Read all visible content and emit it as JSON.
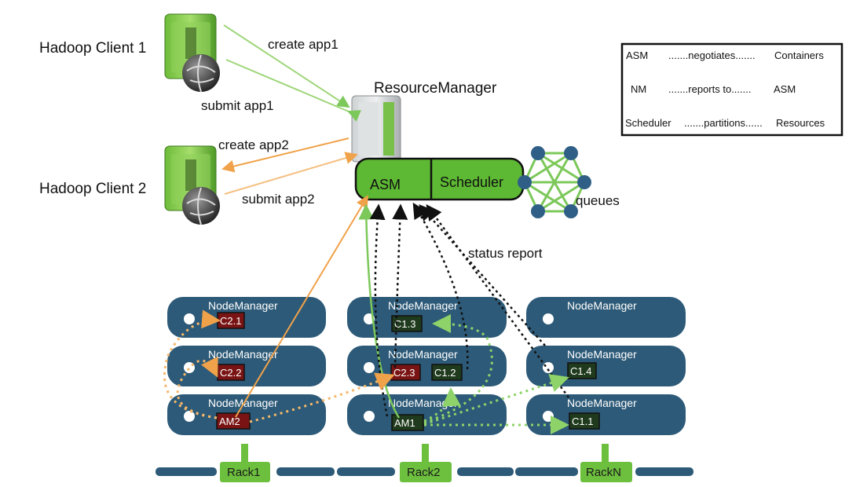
{
  "clients": [
    {
      "label": "Hadoop Client 1"
    },
    {
      "label": "Hadoop Client 2"
    }
  ],
  "arrows": {
    "create_app1": "create app1",
    "submit_app1": "submit app1",
    "create_app2": "create app2",
    "submit_app2": "submit app2",
    "status_report": "status report"
  },
  "resource_manager": {
    "title": "ResourceManager",
    "asm": "ASM",
    "scheduler": "Scheduler",
    "queues": "queues"
  },
  "legend": [
    {
      "a": "ASM",
      "rel": ".......negotiates.......",
      "b": "Containers"
    },
    {
      "a": "NM",
      "rel": ".......reports to.......",
      "b": "ASM"
    },
    {
      "a": "Scheduler",
      "rel": ".......partitions......",
      "b": "Resources"
    }
  ],
  "node_manager_label": "NodeManager",
  "containers": {
    "r1n1": "C2.1",
    "r1n2": "C2.2",
    "r1n3": "AM2",
    "r2n1": "C1.3",
    "r2n2a": "C2.3",
    "r2n2b": "C1.2",
    "r2n3": "AM1",
    "r3n2": "C1.4",
    "r3n3": "C1.1"
  },
  "racks": [
    "Rack1",
    "Rack2",
    "RackN"
  ],
  "colors": {
    "node": "#2d5a78",
    "green": "#6dbf3e",
    "orange": "#f0a24a",
    "app1_container": "#1f3a1c",
    "app2_container": "#7a1414"
  }
}
